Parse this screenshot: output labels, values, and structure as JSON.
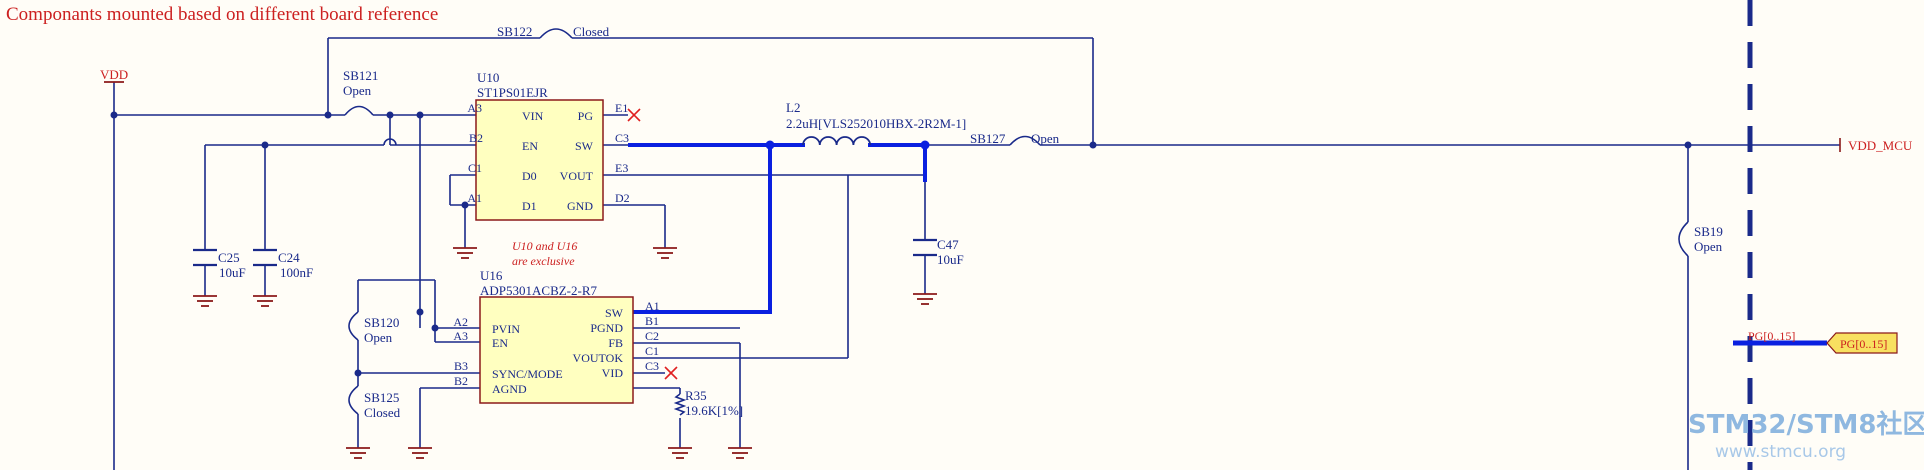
{
  "title": "Componants  mounted based on different board reference",
  "vdd": "VDD",
  "vdd_mcu": "VDD_MCU",
  "u10": {
    "ref": "U10",
    "part": "ST1PS01EJR",
    "pins_left": [
      {
        "num": "A3",
        "name": "VIN"
      },
      {
        "num": "B2",
        "name": "EN"
      },
      {
        "num": "C1",
        "name": "D0"
      },
      {
        "num": "A1",
        "name": "D1"
      }
    ],
    "pins_right": [
      {
        "num": "E1",
        "name": "PG"
      },
      {
        "num": "C3",
        "name": "SW"
      },
      {
        "num": "E3",
        "name": "VOUT"
      },
      {
        "num": "D2",
        "name": "GND"
      }
    ]
  },
  "note": [
    "U10 and U16",
    "are exclusive"
  ],
  "u16": {
    "ref": "U16",
    "part": "ADP5301ACBZ-2-R7",
    "pins_left": [
      {
        "num": "A2",
        "name": "PVIN"
      },
      {
        "num": "A3",
        "name": "EN"
      },
      {
        "num": "B3",
        "name": "SYNC/MODE"
      },
      {
        "num": "B2",
        "name": "AGND"
      }
    ],
    "pins_right": [
      {
        "num": "A1",
        "name": "SW"
      },
      {
        "num": "B1",
        "name": "PGND"
      },
      {
        "num": "C2",
        "name": "FB"
      },
      {
        "num": "C1",
        "name": "VOUTOK"
      },
      {
        "num": "C3",
        "name": "VID"
      }
    ]
  },
  "l2": {
    "ref": "L2",
    "value": "2.2uH[VLS252010HBX-2R2M-1]"
  },
  "sb121": {
    "ref": "SB121",
    "state": "Open"
  },
  "sb122": {
    "ref": "SB122",
    "state": "Closed"
  },
  "sb127": {
    "ref": "SB127",
    "state": "Open"
  },
  "sb19": {
    "ref": "SB19",
    "state": "Open"
  },
  "sb120": {
    "ref": "SB120",
    "state": "Open"
  },
  "sb125": {
    "ref": "SB125",
    "state": "Closed"
  },
  "c25": {
    "ref": "C25",
    "value": "10uF"
  },
  "c24": {
    "ref": "C24",
    "value": "100nF"
  },
  "c47": {
    "ref": "C47",
    "value": "10uF"
  },
  "r35": {
    "ref": "R35",
    "value": "19.6K[1%]"
  },
  "pg_label": "PG[0..15]",
  "pg_port": "PG[0..15]",
  "watermark": {
    "brand": "STM32/STM8社区",
    "url": "www.stmcu.org"
  },
  "colors": {
    "wire": "#1a2a8a",
    "bus": "#0a20e0",
    "part_fill": "#ffffc0",
    "part_stroke": "#8b1a1a",
    "label_red": "#cc2020",
    "port_fill": "#f8e060"
  }
}
